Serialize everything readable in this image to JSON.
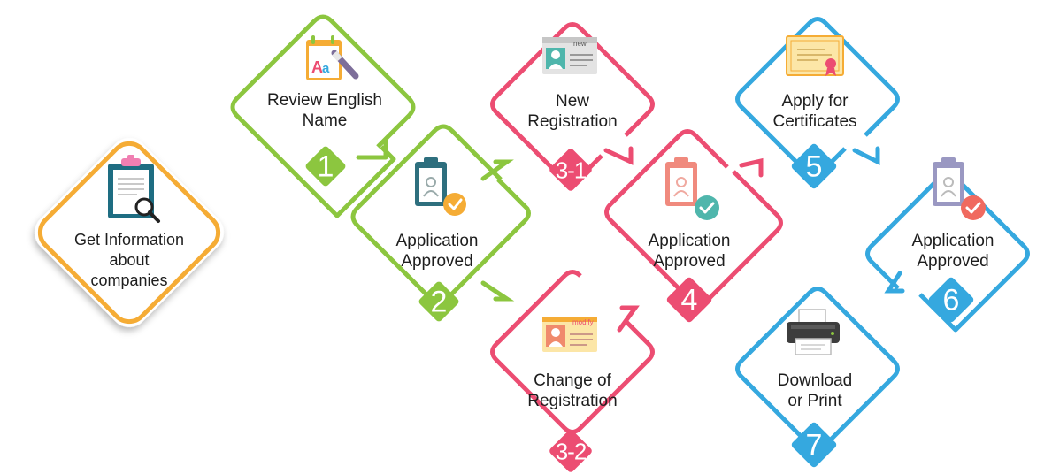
{
  "colors": {
    "orange": "#f5ac35",
    "green": "#8cc63f",
    "pink": "#ec4d72",
    "blue": "#35a8df",
    "text": "#1e1e1e"
  },
  "steps": {
    "start": {
      "label": [
        "Get Information",
        "about",
        "companies"
      ],
      "icon": "clipboard-search-icon"
    },
    "s1": {
      "label": [
        "Review English",
        "Name"
      ],
      "number": "1",
      "icon": "dictionary-icon"
    },
    "s2": {
      "label": [
        "Application",
        "Approved"
      ],
      "number": "2",
      "icon": "approved-clipboard-icon"
    },
    "s31": {
      "label": [
        "New",
        "Registration"
      ],
      "number": "3-1",
      "icon": "new-id-card-icon"
    },
    "s32": {
      "label": [
        "Change of",
        "Registration"
      ],
      "number": "3-2",
      "icon": "modify-id-card-icon"
    },
    "s4": {
      "label": [
        "Application",
        "Approved"
      ],
      "number": "4",
      "icon": "approved-clipboard-icon"
    },
    "s5": {
      "label": [
        "Apply for",
        "Certificates"
      ],
      "number": "5",
      "icon": "certificate-icon"
    },
    "s6": {
      "label": [
        "Application",
        "Approved"
      ],
      "number": "6",
      "icon": "approved-clipboard-icon"
    },
    "s7": {
      "label": [
        "Download",
        "or Print"
      ],
      "number": "7",
      "icon": "printer-icon"
    }
  },
  "card_tags": {
    "new": "new",
    "modify": "modify"
  }
}
